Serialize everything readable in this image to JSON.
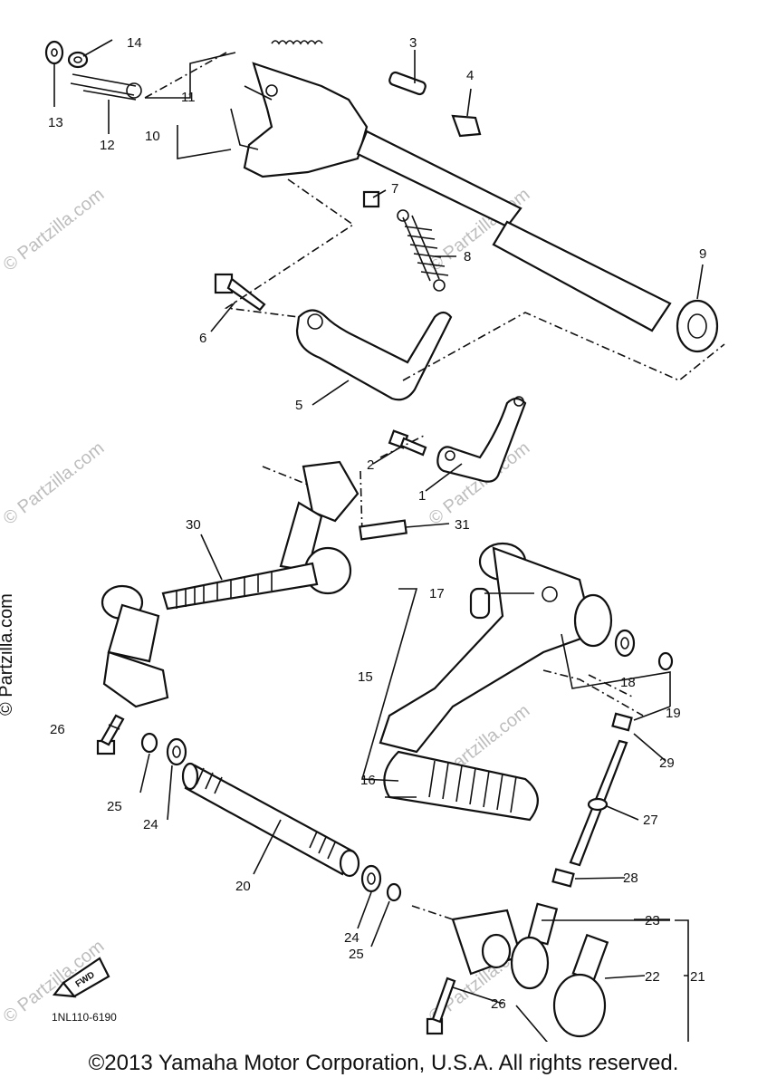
{
  "diagram": {
    "part_labels": [
      "14",
      "13",
      "12",
      "11",
      "10",
      "3",
      "4",
      "7",
      "8",
      "9",
      "6",
      "5",
      "2",
      "1",
      "31",
      "30",
      "17",
      "15",
      "18",
      "19",
      "26",
      "25",
      "24",
      "29",
      "16",
      "27",
      "20",
      "28",
      "23",
      "24",
      "25",
      "22",
      "21",
      "26"
    ],
    "drawing_code": "1NL110-6190",
    "fwd_label": "FWD",
    "watermark": "© Partzilla.com"
  },
  "footer": {
    "copyright": "©2013 Yamaha Motor Corporation, U.S.A. All rights reserved."
  }
}
